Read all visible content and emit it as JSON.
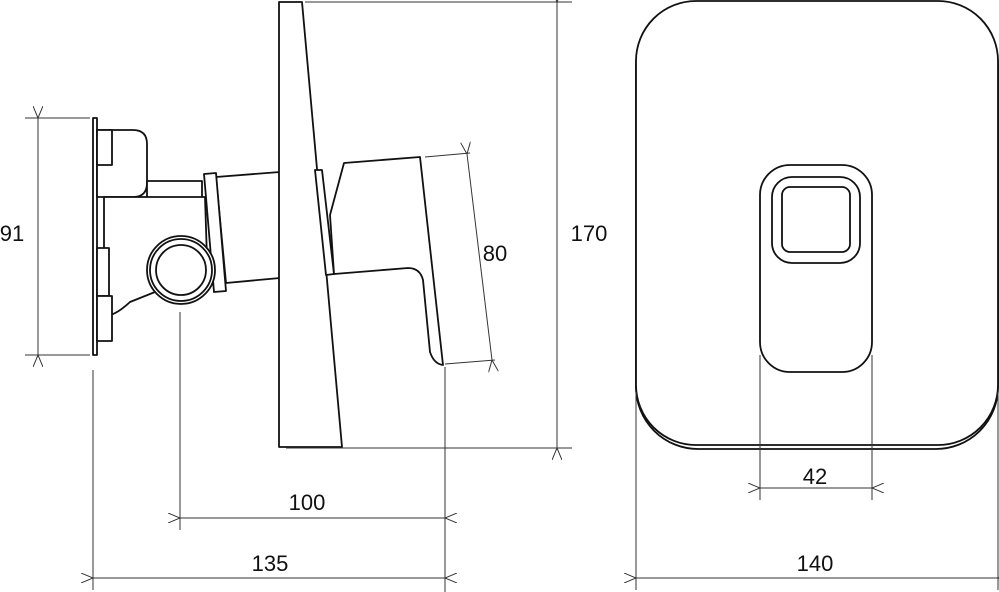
{
  "dimensions": {
    "wall_plate_height": "91",
    "lever_length": "80",
    "total_height": "170",
    "nut_to_lever": "100",
    "total_depth": "135",
    "lever_width": "42",
    "plate_width": "140"
  },
  "colors": {
    "line": "#111111",
    "background": "#ffffff"
  }
}
